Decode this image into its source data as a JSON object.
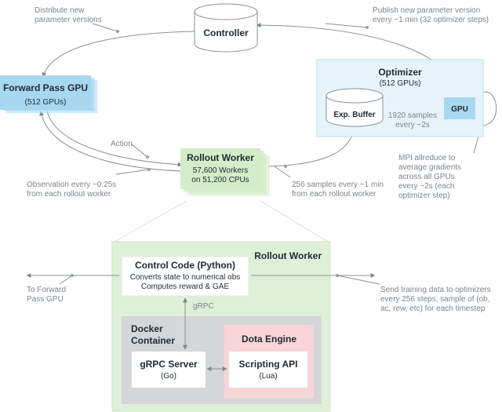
{
  "diagram": {
    "controller": "Controller",
    "forward_pass": {
      "title": "Forward Pass GPU",
      "sub": "(512 GPUs)"
    },
    "optimizer": {
      "title": "Optimizer",
      "sub": "(512 GPUs)",
      "buffer": "Exp. Buffer",
      "gpu": "GPU"
    },
    "rollout_top": {
      "title": "Rollout Worker",
      "line1": "57,600 Workers",
      "line2": "on 51,200 CPUs"
    },
    "labels": {
      "distribute": [
        "Distribute new",
        "parameter versions"
      ],
      "publish": [
        "Publish new parameter version",
        "every ~1 min (32 optimizer steps)"
      ],
      "action": "Action",
      "observation": [
        "Observation every ~0.25s",
        "from each rollout worker"
      ],
      "samples_256": [
        "256 samples every ~1 min",
        "from each rollout worker"
      ],
      "samples_1920": [
        "1920 samples",
        "every ~2s"
      ],
      "mpi": [
        "MPI allreduce to",
        "average gradients",
        "across all GPUs",
        "every ~2s (each",
        "optimizer step)"
      ],
      "to_forward": [
        "To Forward",
        "Pass GPU"
      ],
      "send_training": [
        "Send training data to optimizers",
        "every 256 steps; sample of (ob,",
        "ac, rew, etc) for each timestep"
      ],
      "grpc_edge": "gRPC"
    },
    "rollout_detail": {
      "title": "Rollout Worker",
      "control_code": {
        "title": "Control Code (Python)",
        "line1": "Converts state to numerical obs",
        "line2": "Computes reward & GAE"
      },
      "docker": [
        "Docker",
        "Container"
      ],
      "dota_engine": "Dota Engine",
      "grpc_server": {
        "title": "gRPC Server",
        "sub": "(Go)"
      },
      "scripting_api": {
        "title": "Scripting API",
        "sub": "(Lua)"
      }
    },
    "colors": {
      "blue": "#a8d8f0",
      "blue_light": "#e6f3fb",
      "green": "#d3ecc9",
      "green_panel": "#dff0d8",
      "gray_panel": "#d4d6d8",
      "pink_panel": "#f8d5d8",
      "edge": "#8a9096",
      "note": "#7d848a"
    }
  }
}
